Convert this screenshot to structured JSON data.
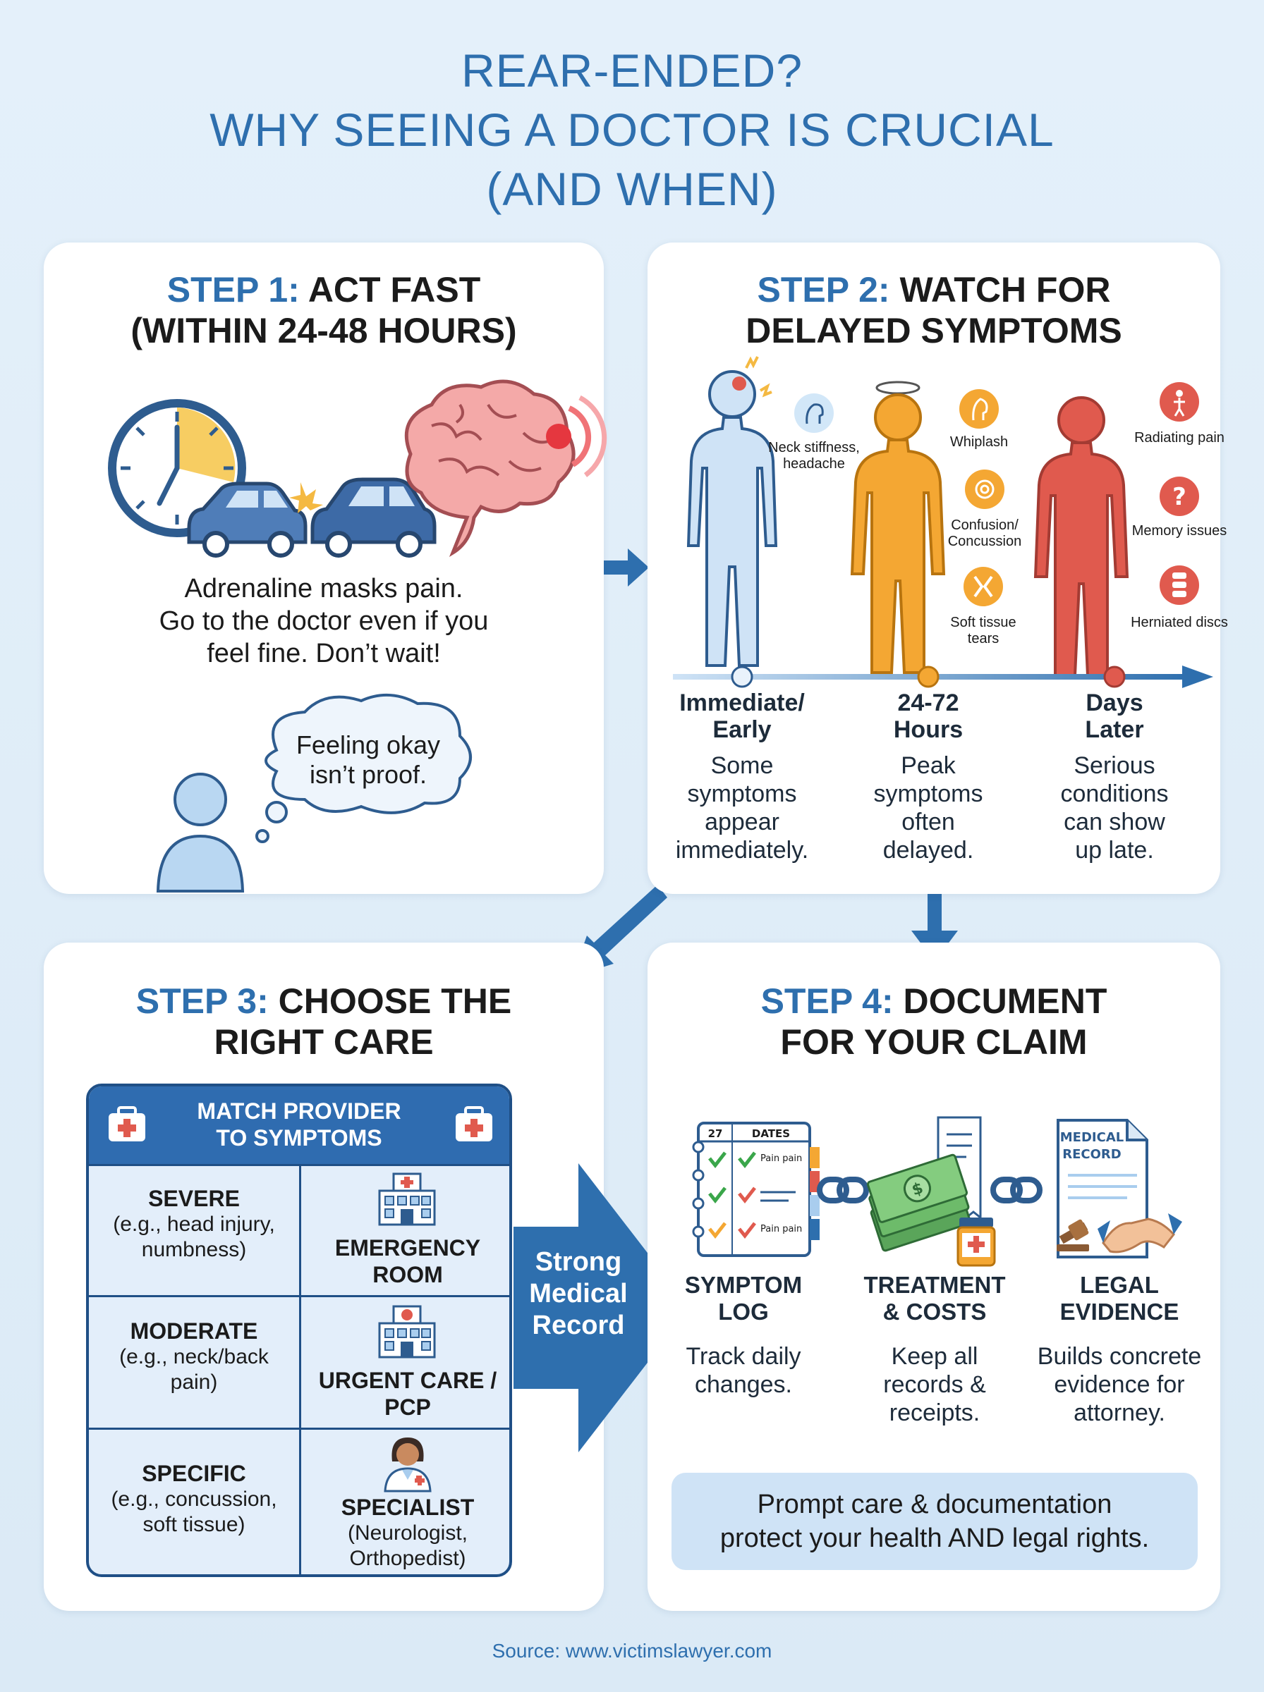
{
  "title": {
    "line1": "REAR-ENDED?",
    "line2": "WHY SEEING A DOCTOR IS CRUCIAL",
    "line3": "(AND WHEN)"
  },
  "colors": {
    "accent": "#2e6fae",
    "orange": "#f4a733",
    "red": "#e05a4e",
    "light_blue": "#a9cdee"
  },
  "step1": {
    "num": "STEP 1:",
    "title1": "ACT FAST",
    "title2": "(WITHIN 24-48 HOURS)",
    "body1": "Adrenaline masks pain.",
    "body2": "Go to the doctor even if you",
    "body3": "feel fine. Don’t wait!",
    "thought1": "Feeling okay",
    "thought2": "isn’t proof.",
    "icons": [
      "clock-icon",
      "car-crash-icon",
      "brain-icon",
      "person-icon"
    ]
  },
  "step2": {
    "num": "STEP 2:",
    "title1": "WATCH FOR",
    "title2": "DELAYED SYMPTOMS",
    "symptoms": {
      "neck": "Neck stiffness, headache",
      "whiplash": "Whiplash",
      "confusion": "Confusion/ Concussion",
      "soft_tissue": "Soft tissue tears",
      "radiating": "Radiating pain",
      "memory": "Memory issues",
      "herniated": "Herniated discs"
    },
    "timeline": [
      {
        "h1": "Immediate/",
        "h2": "Early",
        "d1": "Some",
        "d2": "symptoms",
        "d3": "appear",
        "d4": "immediately."
      },
      {
        "h1": "24-72",
        "h2": "Hours",
        "d1": "Peak",
        "d2": "symptoms",
        "d3": "often",
        "d4": "delayed."
      },
      {
        "h1": "Days",
        "h2": "Later",
        "d1": "Serious",
        "d2": "conditions",
        "d3": "can show",
        "d4": "up late."
      }
    ]
  },
  "step3": {
    "num": "STEP 3:",
    "title1": "CHOOSE THE",
    "title2": "RIGHT CARE",
    "table_title1": "MATCH PROVIDER",
    "table_title2": "TO SYMPTOMS",
    "rows": [
      {
        "sev": "SEVERE",
        "ex1": "(e.g., head injury,",
        "ex2": "numbness)",
        "prov1": "EMERGENCY",
        "prov2": "ROOM",
        "prov3": ""
      },
      {
        "sev": "MODERATE",
        "ex1": "(e.g., neck/back",
        "ex2": "pain)",
        "prov1": "URGENT CARE /",
        "prov2": "PCP",
        "prov3": ""
      },
      {
        "sev": "SPECIFIC",
        "ex1": "(e.g., concussion,",
        "ex2": "soft tissue)",
        "prov1": "SPECIALIST",
        "prov2": "(Neurologist,",
        "prov3": "Orthopedist)"
      }
    ],
    "arrow1": "Strong",
    "arrow2": "Medical",
    "arrow3": "Record"
  },
  "step4": {
    "num": "STEP 4:",
    "title1": "DOCUMENT",
    "title2": "FOR YOUR CLAIM",
    "log_date": "27",
    "log_header": "DATES",
    "log_pain": "Pain pain",
    "record_label1": "MEDICAL",
    "record_label2": "RECORD",
    "cols": [
      {
        "h1": "SYMPTOM",
        "h2": "LOG",
        "d1": "Track daily",
        "d2": "changes.",
        "d3": ""
      },
      {
        "h1": "TREATMENT",
        "h2": "& COSTS",
        "d1": "Keep all",
        "d2": "records &",
        "d3": "receipts."
      },
      {
        "h1": "LEGAL",
        "h2": "EVIDENCE",
        "d1": "Builds concrete",
        "d2": "evidence for",
        "d3": "attorney."
      }
    ],
    "footer1": "Prompt care & documentation",
    "footer2": "protect your health AND legal rights."
  },
  "source": "Source: www.victimslawyer.com"
}
